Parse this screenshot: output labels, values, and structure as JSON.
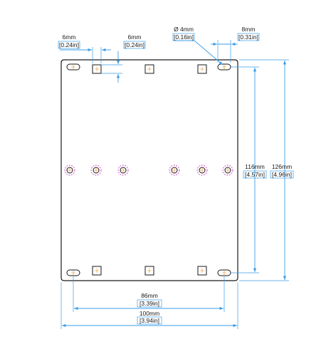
{
  "dimensions": {
    "overall_width": {
      "metric": "100mm",
      "imperial": "[3.94in]"
    },
    "slot_span": {
      "metric": "86mm",
      "imperial": "[3.39in]"
    },
    "overall_height": {
      "metric": "126mm",
      "imperial": "[4.96in]"
    },
    "slot_height_span": {
      "metric": "116mm",
      "imperial": "[4.57in]"
    },
    "slot_width": {
      "metric": "8mm",
      "imperial": "[0.31in]"
    },
    "hole_diameter": {
      "metric": "Ø 4mm",
      "imperial": "[0.16in]"
    },
    "square_width": {
      "metric": "6mm",
      "imperial": "[0.24in]"
    },
    "square_height": {
      "metric": "6mm",
      "imperial": "[0.24in]"
    }
  },
  "colors": {
    "outline": "#1a1a1a",
    "dimension": "#3a9ee8",
    "center_mark": "#e8891a",
    "hole_guide": "#d040c8"
  }
}
